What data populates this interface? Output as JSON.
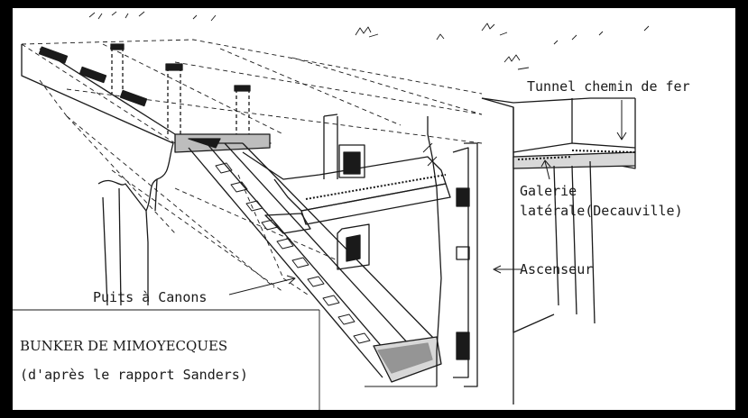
{
  "labels": {
    "tunnel": "Tunnel chemin de fer",
    "galerie_line1": "Galerie",
    "galerie_line2": "latérale(Decauville)",
    "ascenseur": "Ascenseur",
    "puits": "Puits à Canons"
  },
  "caption": {
    "title": "BUNKER DE MIMOYECQUES",
    "subtitle": "(d'après le rapport Sanders)"
  },
  "colors": {
    "ink": "#1a1a1a",
    "paper": "#ffffff",
    "border": "#000000"
  }
}
